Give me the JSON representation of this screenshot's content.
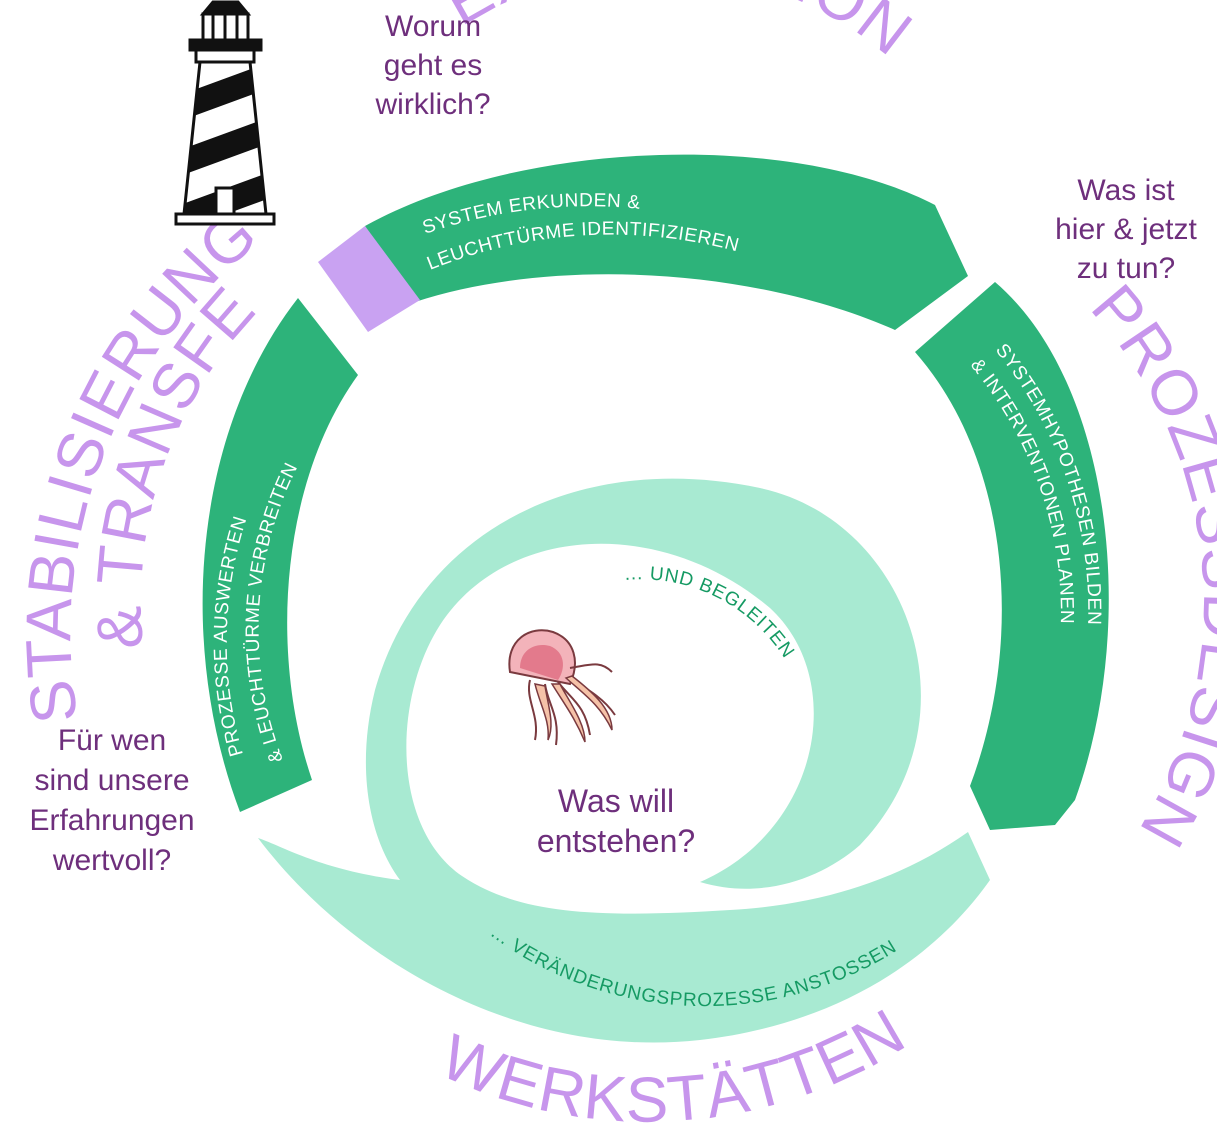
{
  "phases": {
    "exploration": "EXPLORATION",
    "prozessdesign": "PROZESSDESIGN",
    "werkstaetten": "WERKSTÄTTEN",
    "stabilisierung_line1": "STABILISIERUNG",
    "stabilisierung_line2": "& TRANSFER"
  },
  "bands": {
    "exploration_line1": "SYSTEM ERKUNDEN &",
    "exploration_line2": "LEUCHTTÜRME IDENTIFIZIEREN",
    "prozessdesign_line1": "SYSTEMHYPOTHESEN BILDEN",
    "prozessdesign_line2": "& INTERVENTIONEN PLANEN",
    "stabilisierung_line1": "PROZESSE AUSWERTEN",
    "stabilisierung_line2": "& LEUCHTTÜRME VERBREITEN"
  },
  "spiral": {
    "inner_label": "... UND BEGLEITEN",
    "outer_label": "... VERÄNDERUNGSPROZESSE ANSTOSSEN"
  },
  "questions": {
    "top": [
      "Worum",
      "geht es",
      "wirklich?"
    ],
    "right": [
      "Was ist",
      "hier & jetzt",
      "zu tun?"
    ],
    "left": [
      "Für wen",
      "sind unsere",
      "Erfahrungen",
      "wertvoll?"
    ],
    "center": [
      "Was will",
      "entstehen?"
    ]
  },
  "icons": {
    "lighthouse": "lighthouse-icon",
    "jellyfish": "jellyfish-icon"
  },
  "colors": {
    "band_green": "#2db37a",
    "spiral_mint": "#a8ead2",
    "phase_lilac": "#c795ec",
    "question_purple": "#6e2f7c",
    "marker_lilac": "#c9a2f2"
  }
}
